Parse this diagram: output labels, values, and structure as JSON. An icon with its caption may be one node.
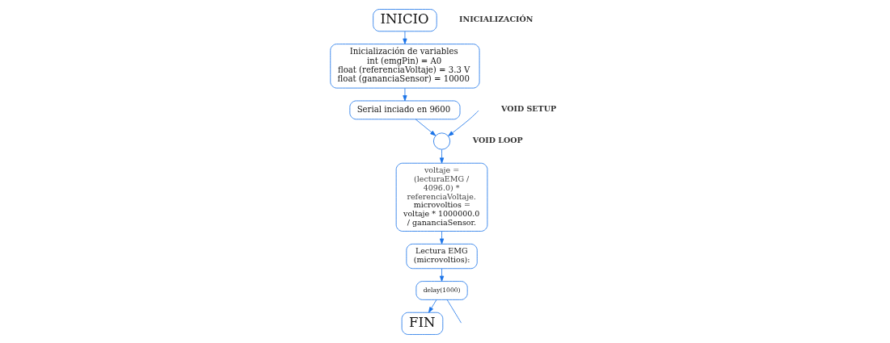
{
  "diagram": {
    "nodes": [
      {
        "text": [
          "INICIO"
        ]
      },
      {
        "text": [
          "Inicialización de variables",
          "int (emgPin) = A0",
          "float (referenciaVoltaje) = 3.3 V",
          "float (gananciaSensor) = 10000"
        ]
      },
      {
        "text": [
          "Serial inciado en 9600"
        ]
      },
      {
        "text": [],
        "shape": "circle"
      },
      {
        "text": [
          "voltaje = (lecturaEMG / 4096.0) * referenciaVoltaje.",
          "microvoltios = voltaje * 1000000.0 / gananciaSensor."
        ]
      },
      {
        "text": [
          "Lectura EMG (microvoltios):"
        ]
      },
      {
        "text": [
          "delay(1000)"
        ]
      },
      {
        "text": [
          "FIN"
        ]
      }
    ],
    "edges": [
      {
        "from": 0,
        "to": 1,
        "arrow": "to"
      },
      {
        "from": 1,
        "to": 2,
        "arrow": "to"
      },
      {
        "from": 2,
        "to": 3,
        "arrow": "to"
      },
      {
        "from": null,
        "to": 3,
        "arrow": "to"
      },
      {
        "from": 3,
        "to": 4,
        "arrow": "to"
      },
      {
        "from": 4,
        "to": 5,
        "arrow": "to"
      },
      {
        "from": 5,
        "to": 6,
        "arrow": "to"
      },
      {
        "from": 6,
        "to": 7,
        "arrow": "to"
      },
      {
        "from": 6,
        "to": null,
        "arrow": "none"
      }
    ],
    "labels": [
      "INICIALIZACIÓN",
      "VOID SETUP",
      "VOID LOOP"
    ]
  }
}
